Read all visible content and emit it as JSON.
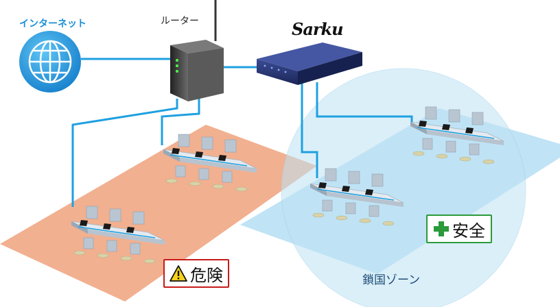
{
  "labels": {
    "internet": "インターネット",
    "router": "ルーター",
    "brand_logo": "Sarku",
    "zone": "鎖国ゾーン",
    "danger": "危険",
    "safe": "安全"
  },
  "colors": {
    "cable": "#1ea0e0",
    "danger_floor": "#f0a784",
    "safe_floor": "#b9e0f4",
    "zone_circle": "#bfe3f5",
    "danger_border": "#c71a1a",
    "safe_border": "#2a9a3a"
  },
  "icons": [
    "globe-icon",
    "router-icon",
    "switch-icon",
    "warning-icon",
    "plus-icon",
    "laptop-icon",
    "chair-icon"
  ]
}
